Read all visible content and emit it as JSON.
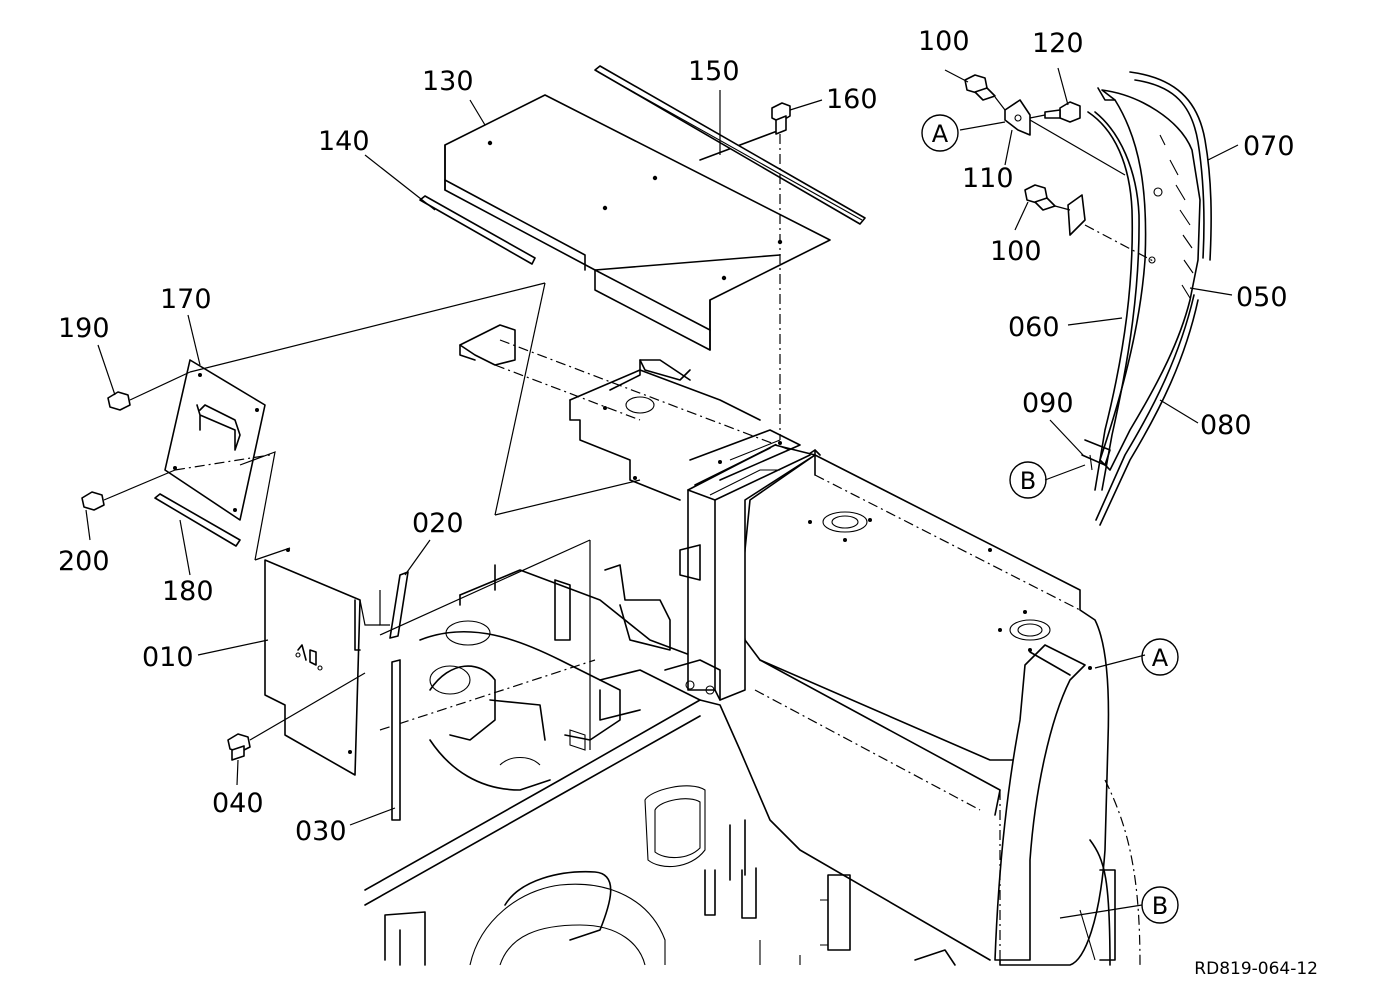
{
  "diagram": {
    "drawing_code": "RD819-064-12",
    "parts": [
      {
        "id": "p010",
        "label": "010"
      },
      {
        "id": "p020",
        "label": "020"
      },
      {
        "id": "p030",
        "label": "030"
      },
      {
        "id": "p040",
        "label": "040"
      },
      {
        "id": "p050",
        "label": "050"
      },
      {
        "id": "p060",
        "label": "060"
      },
      {
        "id": "p070",
        "label": "070"
      },
      {
        "id": "p080",
        "label": "080"
      },
      {
        "id": "p090",
        "label": "090"
      },
      {
        "id": "p100a",
        "label": "100"
      },
      {
        "id": "p100b",
        "label": "100"
      },
      {
        "id": "p110",
        "label": "110"
      },
      {
        "id": "p120",
        "label": "120"
      },
      {
        "id": "p130",
        "label": "130"
      },
      {
        "id": "p140",
        "label": "140"
      },
      {
        "id": "p150",
        "label": "150"
      },
      {
        "id": "p160",
        "label": "160"
      },
      {
        "id": "p170",
        "label": "170"
      },
      {
        "id": "p180",
        "label": "180"
      },
      {
        "id": "p190",
        "label": "190"
      },
      {
        "id": "p200",
        "label": "200"
      }
    ],
    "refs": [
      {
        "id": "refA1",
        "letter": "A"
      },
      {
        "id": "refA2",
        "letter": "A"
      },
      {
        "id": "refB1",
        "letter": "B"
      },
      {
        "id": "refB2",
        "letter": "B"
      }
    ]
  }
}
